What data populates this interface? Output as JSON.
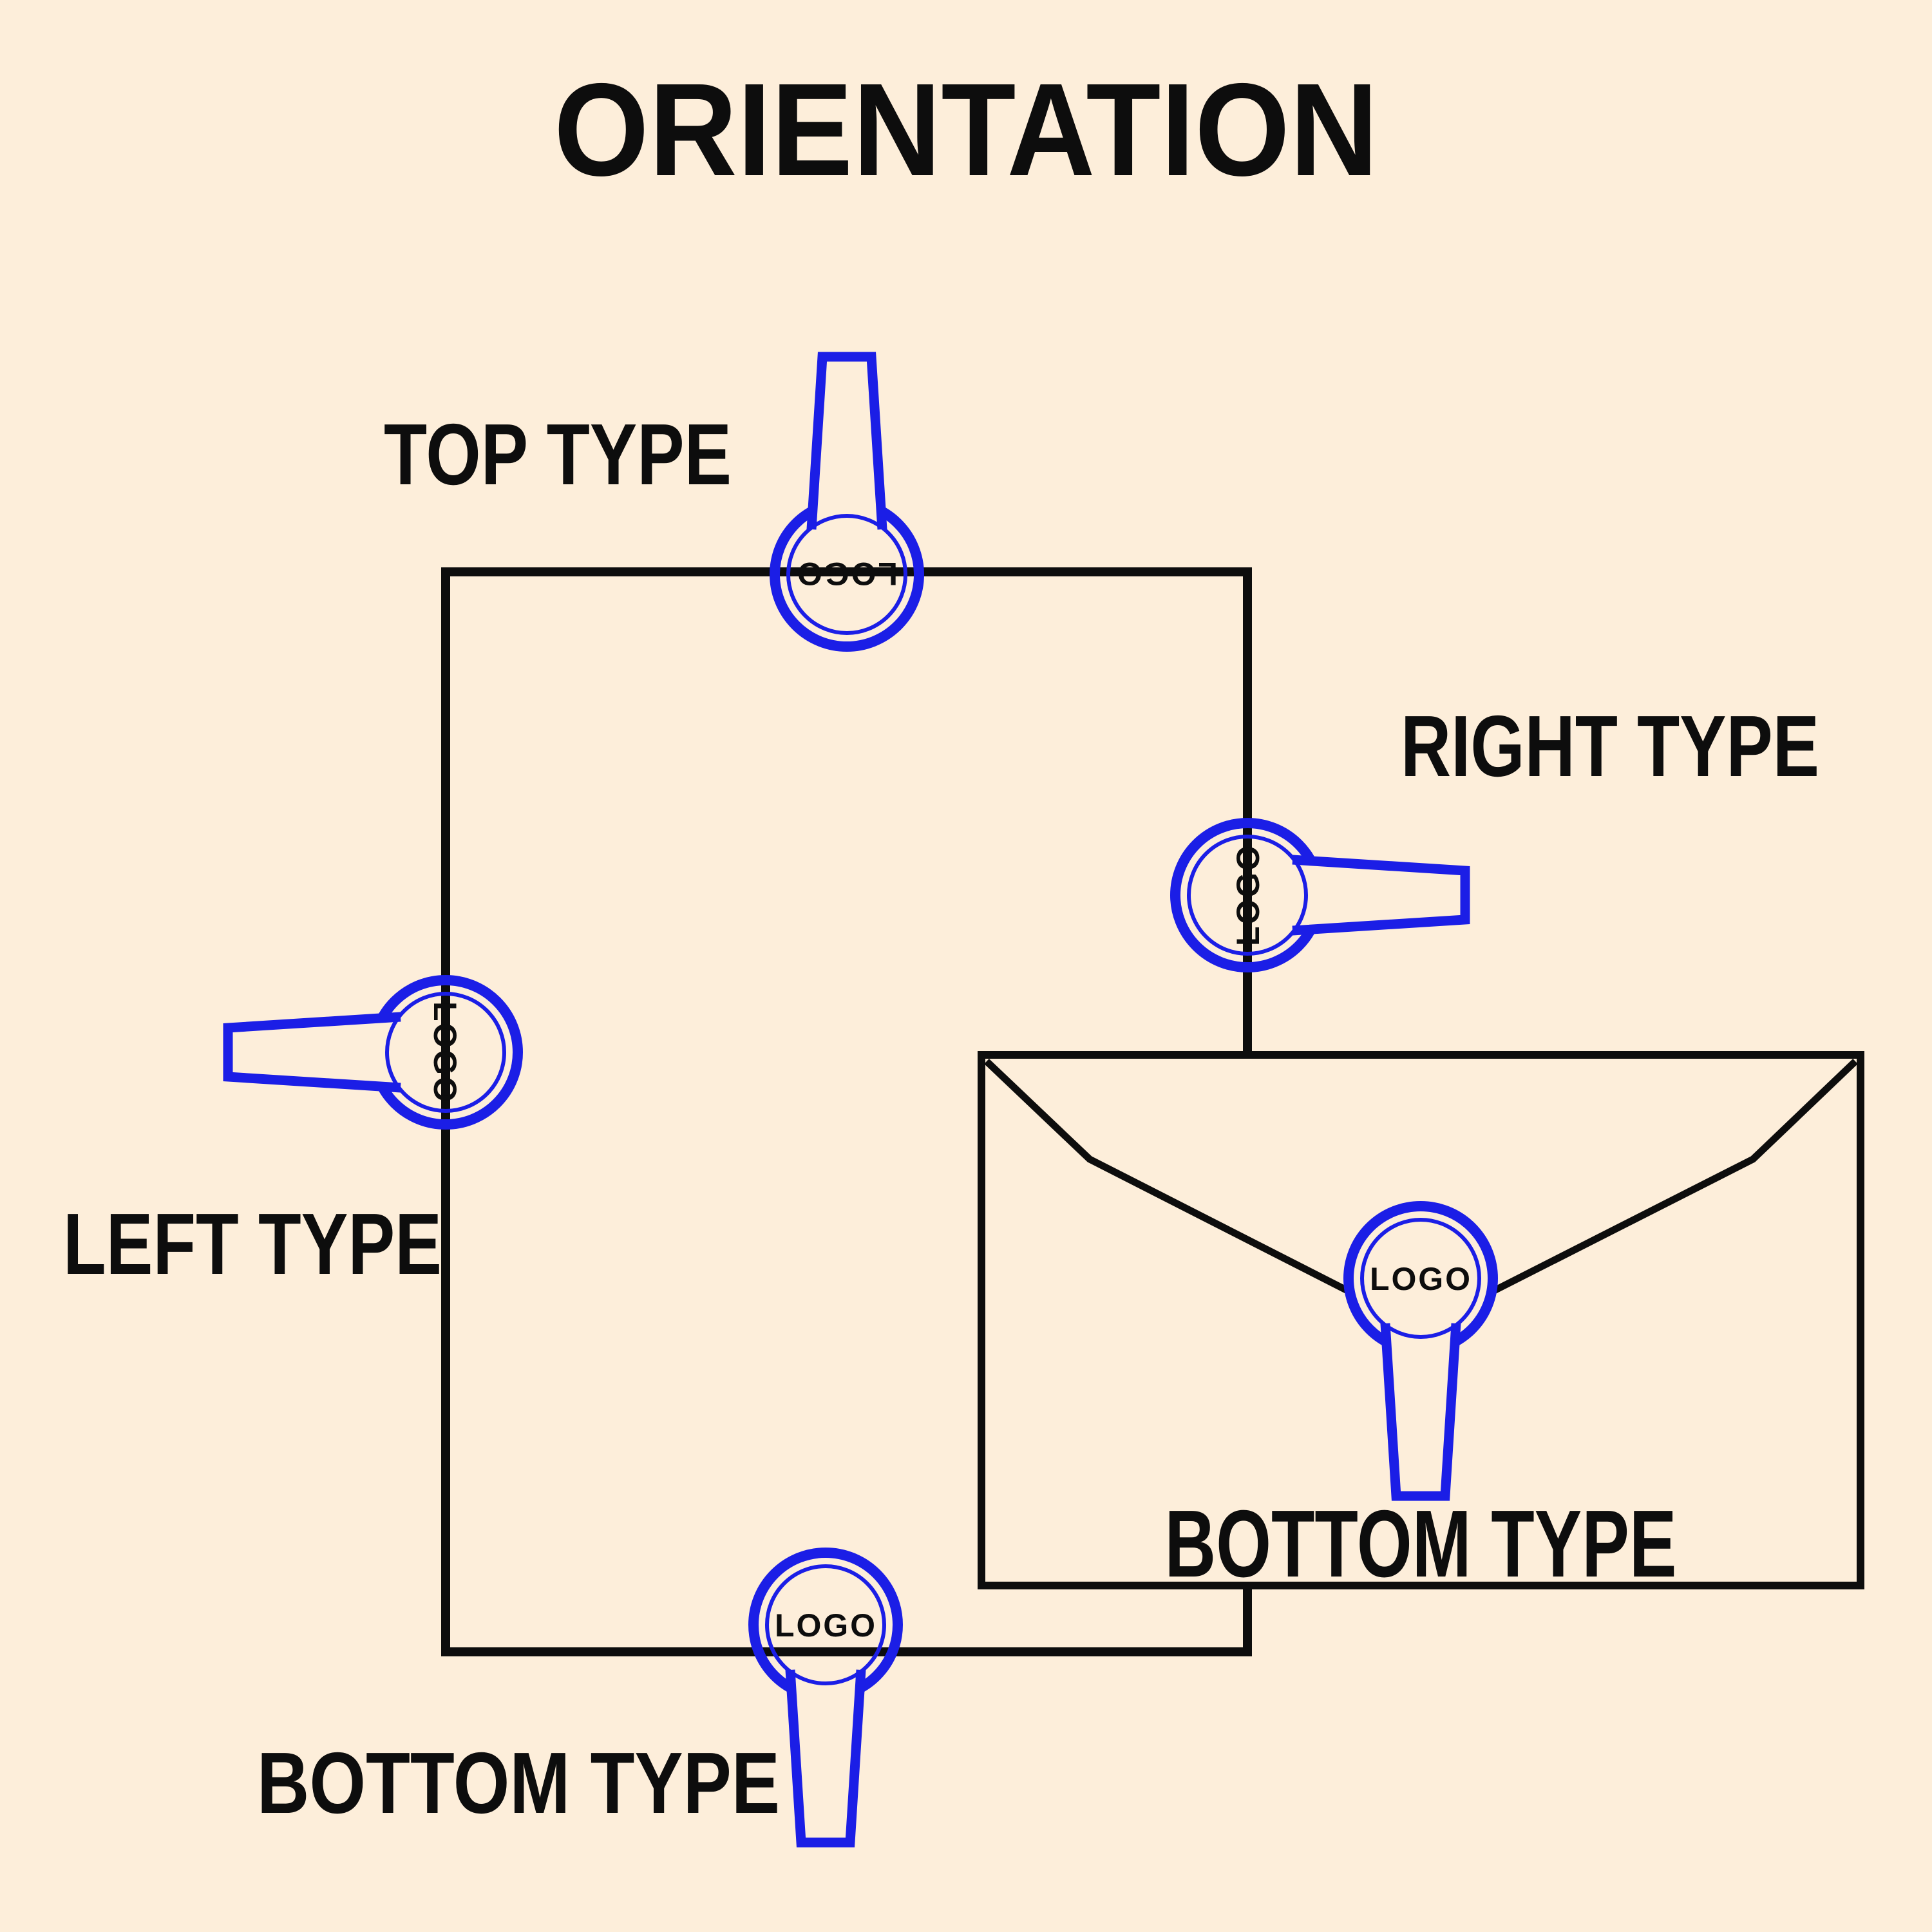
{
  "title": "ORIENTATION",
  "colors": {
    "background": "#fdeeda",
    "ink": "#0d0d0d",
    "stamp_blue": "#1b1ee6"
  },
  "diagram": {
    "labels": {
      "top_type": "TOP TYPE",
      "right_type": "RIGHT TYPE",
      "left_type": "LEFT TYPE",
      "bottom_type": "BOTTOM TYPE",
      "envelope_bottom_type": "BOTTOM TYPE"
    },
    "stamps": [
      {
        "position": "top-edge",
        "label": "LOGO",
        "handle": "up",
        "logo_rotation": "180deg upside down"
      },
      {
        "position": "right-edge",
        "label": "LOGO",
        "handle": "right",
        "logo_rotation": "reads bottom to top"
      },
      {
        "position": "left-edge",
        "label": "LOGO",
        "handle": "left",
        "logo_rotation": "reads top to bottom"
      },
      {
        "position": "bottom-edge",
        "label": "LOGO",
        "handle": "down",
        "logo_rotation": "upright"
      },
      {
        "position": "envelope-flap",
        "label": "LOGO",
        "handle": "down",
        "logo_rotation": "upright"
      }
    ]
  }
}
